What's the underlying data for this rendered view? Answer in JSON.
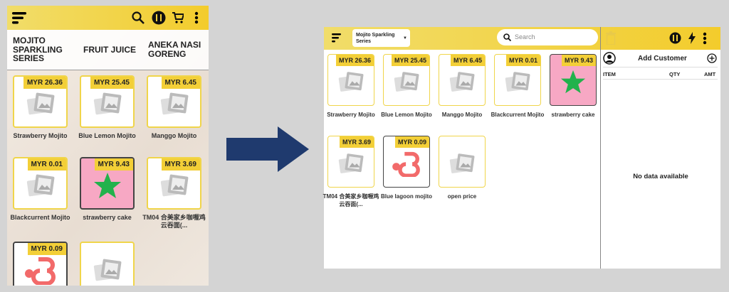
{
  "phone": {
    "tabs": [
      "MOJITO SPARKLING SERIES",
      "FRUIT JUICE",
      "ANEKA NASI GORENG"
    ],
    "products": [
      {
        "price": "MYR 26.36",
        "name": "Strawberry Mojito",
        "image": "placeholder"
      },
      {
        "price": "MYR 25.45",
        "name": "Blue Lemon Mojito",
        "image": "placeholder"
      },
      {
        "price": "MYR 6.45",
        "name": "Manggo Mojito",
        "image": "placeholder"
      },
      {
        "price": "MYR 0.01",
        "name": "Blackcurrent Mojito",
        "image": "placeholder"
      },
      {
        "price": "MYR 9.43",
        "name": "strawberry cake",
        "image": "star"
      },
      {
        "price": "MYR 3.69",
        "name": "TM04 合美家乡咖喱鸡云吞面(...",
        "image": "placeholder"
      },
      {
        "price": "MYR 0.09",
        "name": "",
        "image": "logo"
      },
      {
        "price": "",
        "name": "",
        "image": "placeholder"
      }
    ]
  },
  "tablet": {
    "category_select": "Mojito Sparkling Series",
    "search_placeholder": "Search",
    "products": [
      {
        "price": "MYR 26.36",
        "name": "Strawberry Mojito",
        "image": "placeholder"
      },
      {
        "price": "MYR 25.45",
        "name": "Blue Lemon Mojito",
        "image": "placeholder"
      },
      {
        "price": "MYR 6.45",
        "name": "Manggo Mojito",
        "image": "placeholder"
      },
      {
        "price": "MYR 0.01",
        "name": "Blackcurrent Mojito",
        "image": "placeholder"
      },
      {
        "price": "MYR 9.43",
        "name": "strawberry cake",
        "image": "star"
      },
      {
        "price": "MYR 3.69",
        "name": "TM04 合美家乡咖喱鸡云吞面(...",
        "image": "placeholder"
      },
      {
        "price": "MYR 0.09",
        "name": "Blue lagoon mojito",
        "image": "logo"
      },
      {
        "price": "",
        "name": "open price",
        "image": "placeholder"
      }
    ],
    "cart": {
      "add_customer": "Add Customer",
      "columns": [
        "ITEM",
        "QTY",
        "AMT"
      ],
      "empty": "No data available"
    }
  },
  "colors": {
    "accent": "#f3cf37",
    "arrow": "#1f3a6e",
    "star_bg": "#f7a8c4",
    "star": "#22b24c",
    "logo": "#f26a6a"
  }
}
